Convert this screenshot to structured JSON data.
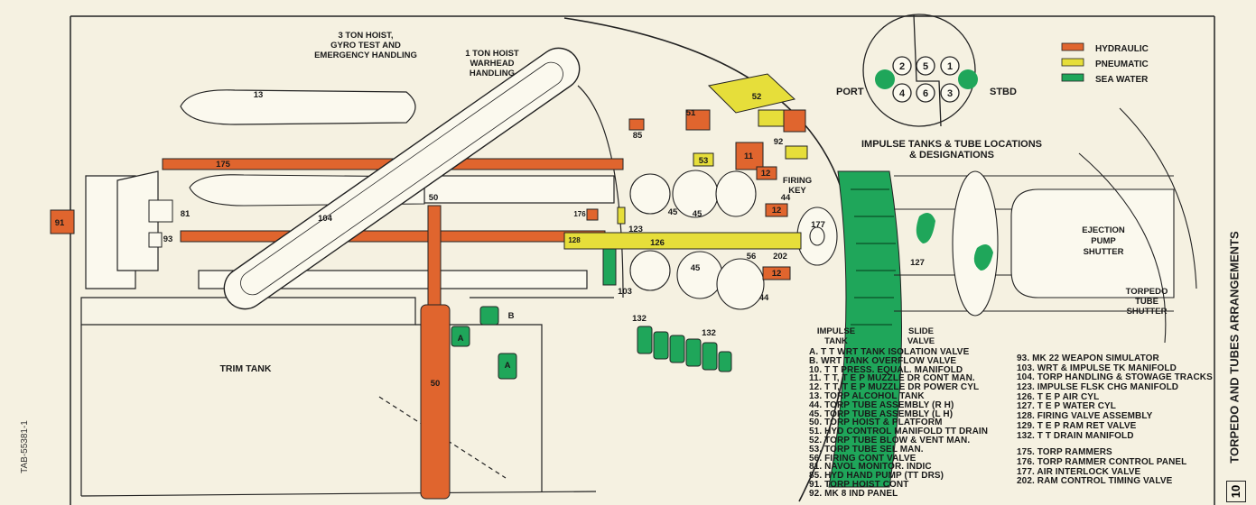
{
  "title": "TORPEDO AND TUBES ARRANGEMENTS",
  "sheet_number": "10",
  "drawing_number": "TAB-55381-1",
  "colors": {
    "hydraulic": "#e0652e",
    "pneumatic": "#e6de3a",
    "sea_water": "#1fa65a",
    "paper": "#f5f1e1",
    "ink": "#1a1a1a"
  },
  "legend": [
    {
      "label": "HYDRAULIC",
      "color": "#e0652e"
    },
    {
      "label": "PNEUMATIC",
      "color": "#e6de3a"
    },
    {
      "label": "SEA WATER",
      "color": "#1fa65a"
    }
  ],
  "tube_diagram": {
    "caption_line1": "IMPULSE TANKS & TUBE LOCATIONS",
    "caption_line2": "& DESIGNATIONS",
    "port": "PORT",
    "stbd": "STBD",
    "tubes": [
      "2",
      "5",
      "1",
      "4",
      "6",
      "3"
    ]
  },
  "callouts": {
    "hoist3": [
      "3 TON HOIST,",
      "GYRO TEST AND",
      "EMERGENCY HANDLING"
    ],
    "hoist1": [
      "1 TON HOIST",
      "WARHEAD",
      "HANDLING"
    ],
    "firing_key": [
      "FIRING",
      "KEY"
    ],
    "impulse_tank": [
      "IMPULSE",
      "TANK"
    ],
    "slide_valve": [
      "SLIDE",
      "VALVE"
    ],
    "ejection": [
      "EJECTION",
      "PUMP",
      "SHUTTER"
    ],
    "shutter": [
      "TORPEDO",
      "TUBE",
      "SHUTTER"
    ],
    "trim_tank": "TRIM TANK",
    "numbers": {
      "n13": "13",
      "n175": "175",
      "n50a": "50",
      "n50b": "50",
      "n104": "104",
      "n81": "81",
      "n93": "93",
      "n91": "91",
      "n85": "85",
      "n51": "51",
      "n52": "52",
      "n53": "53",
      "n11": "11",
      "n92": "92",
      "n12a": "12",
      "n12b": "12",
      "n12c": "12",
      "n44a": "44",
      "n44b": "44",
      "n45a": "45",
      "n45b": "45",
      "n45c": "45",
      "n126": "126",
      "n123": "123",
      "n128": "128",
      "n176": "176",
      "n177": "177",
      "n56": "56",
      "n202": "202",
      "n103": "103",
      "n132a": "132",
      "n132b": "132",
      "n127": "127",
      "A1": "A",
      "A2": "A",
      "B": "B"
    }
  },
  "keys_left": [
    "A. T T WRT TANK ISOLATION VALVE",
    "B. WRT TANK OVERFLOW VALVE",
    "10. T T PRESS. EQUAL. MANIFOLD",
    "11. T T, T E P MUZZLE DR CONT MAN.",
    "12. T T, T E P MUZZLE DR POWER CYL",
    "13. TORP ALCOHOL TANK",
    "44. TORP TUBE ASSEMBLY (R H)",
    "45. TORP TUBE ASSEMBLY (L H)",
    "50. TORP HOIST & PLATFORM",
    "51. HYD CONTROL MANIFOLD TT DRAIN",
    "52. TORP TUBE BLOW & VENT MAN.",
    "53. TORP TUBE SEL MAN.",
    "56. FIRING CONT VALVE",
    "81. NAVOL MONITOR. INDIC",
    "85. HYD HAND PUMP (TT DRS)",
    "91. TORP HOIST CONT",
    "92. MK 8 IND PANEL"
  ],
  "keys_right": [
    "93. MK 22 WEAPON SIMULATOR",
    "103. WRT & IMPULSE TK MANIFOLD",
    "104. TORP HANDLING & STOWAGE TRACKS",
    "123. IMPULSE FLSK CHG MANIFOLD",
    "126. T E P AIR CYL",
    "127. T E P WATER CYL",
    "128. FIRING VALVE ASSEMBLY",
    "129. T E P RAM RET VALVE",
    "132. T T DRAIN MANIFOLD"
  ],
  "keys_right_2": [
    "175. TORP RAMMERS",
    "176. TORP RAMMER CONTROL PANEL",
    "177. AIR INTERLOCK VALVE",
    "202. RAM CONTROL TIMING VALVE"
  ]
}
